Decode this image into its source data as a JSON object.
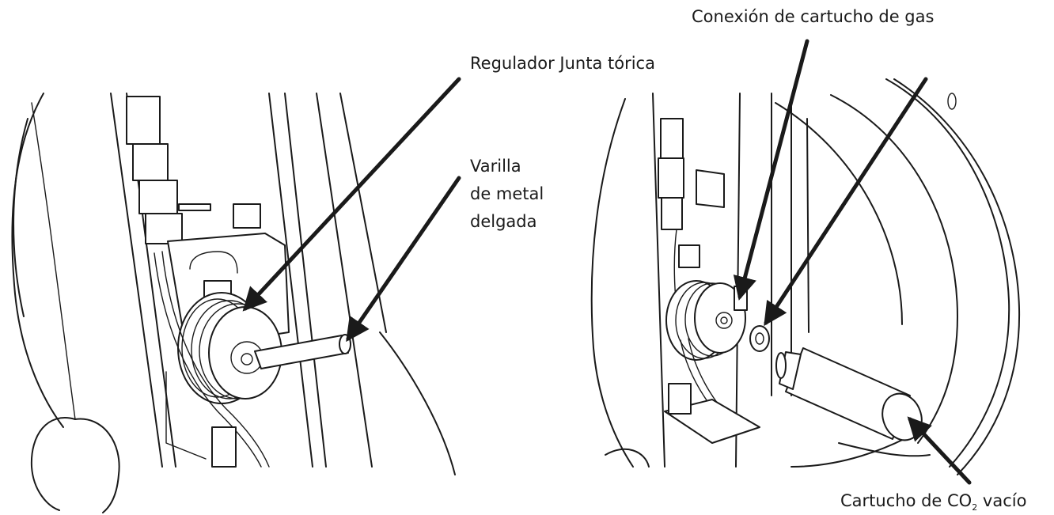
{
  "labels": {
    "regulador_junta_torica": "Regulador Junta tórica",
    "varilla_line1": "Varilla",
    "varilla_line2": "de metal",
    "varilla_line3": "delgada",
    "conexion_cartucho_gas": "Conexión de cartucho de gas",
    "cartucho_co2_prefix": "Cartucho de CO",
    "cartucho_co2_subscript": "2",
    "cartucho_co2_suffix": " vacío"
  },
  "colors": {
    "ink": "#1a1a1a",
    "background": "#ffffff"
  }
}
